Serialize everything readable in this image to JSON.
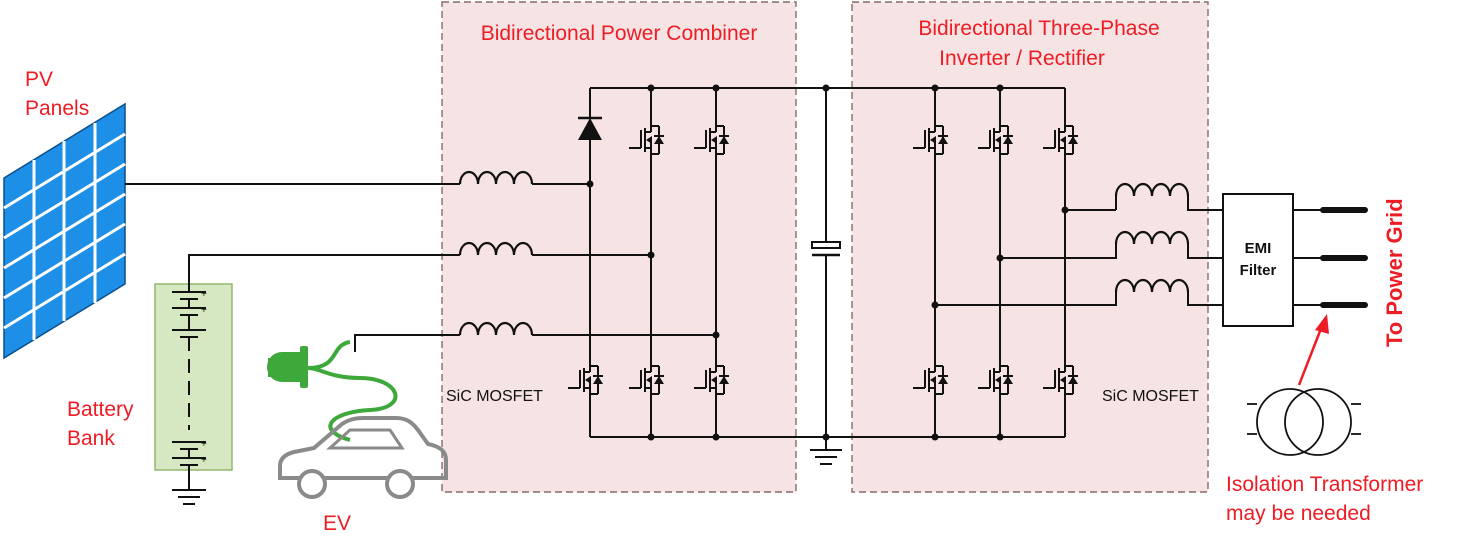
{
  "labels": {
    "pv": [
      "PV",
      "Panels"
    ],
    "battery": [
      "Battery",
      "Bank"
    ],
    "ev": "EV",
    "combiner": "Bidirectional Power Combiner",
    "inverter": [
      "Bidirectional Three-Phase",
      "Inverter / Rectifier"
    ],
    "sic_left": "SiC MOSFET",
    "sic_right": "SiC MOSFET",
    "emi": [
      "EMI",
      "Filter"
    ],
    "grid": "To Power Grid",
    "transformer": [
      "Isolation Transformer",
      "may be needed"
    ]
  },
  "colors": {
    "label_red": "#ee1c24",
    "block_fill": "#f6e4e4",
    "pv_blue": "#1e8fe6",
    "battery_fill": "#d6e8c2",
    "ev_green": "#3ea83b",
    "car_gray": "#8a8a8a"
  },
  "icons": {
    "pv_panel": "solar-panel-icon",
    "ev_plug": "ev-plug-icon",
    "car": "car-icon",
    "transformer": "transformer-icon"
  }
}
